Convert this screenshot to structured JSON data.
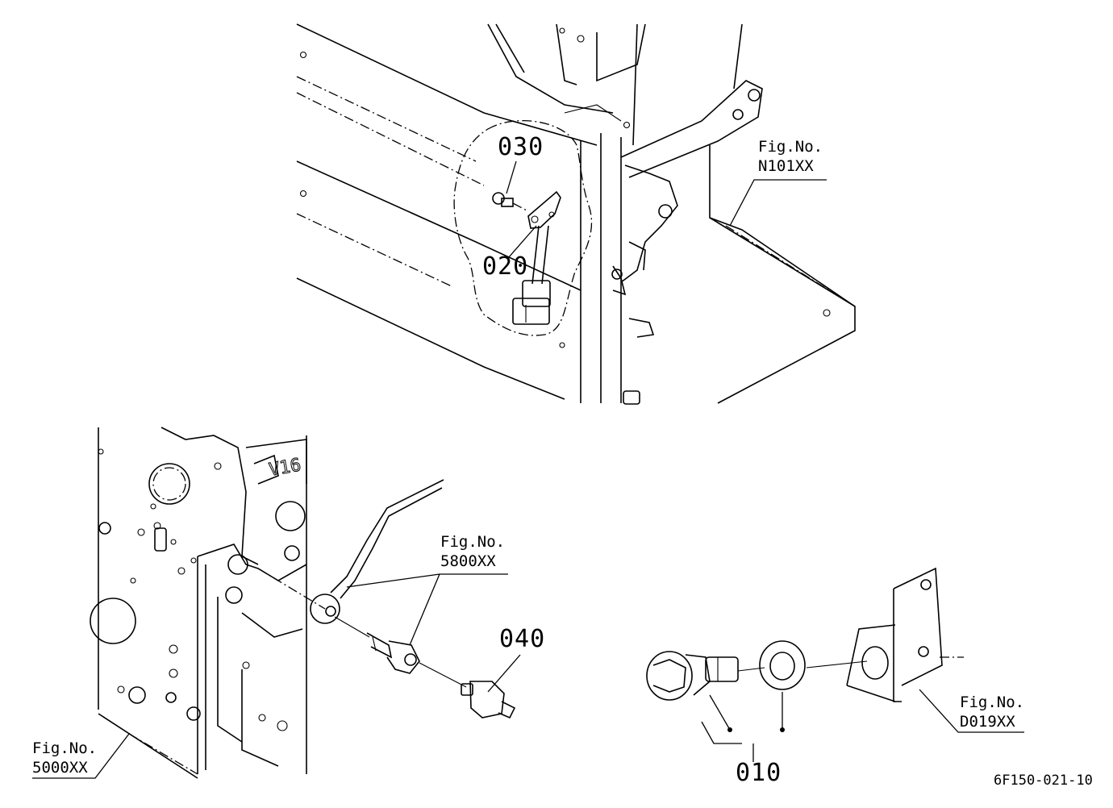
{
  "parts": {
    "p030": "030",
    "p020": "020",
    "p040": "040",
    "p010": "010"
  },
  "references": {
    "n101": {
      "line1": "Fig.No.",
      "line2": "N101XX"
    },
    "r5800": {
      "line1": "Fig.No.",
      "line2": "5800XX"
    },
    "r5000": {
      "line1": "Fig.No.",
      "line2": "5000XX"
    },
    "d019": {
      "line1": "Fig.No.",
      "line2": "D019XX"
    }
  },
  "drawing_code": "6F150-021-10"
}
